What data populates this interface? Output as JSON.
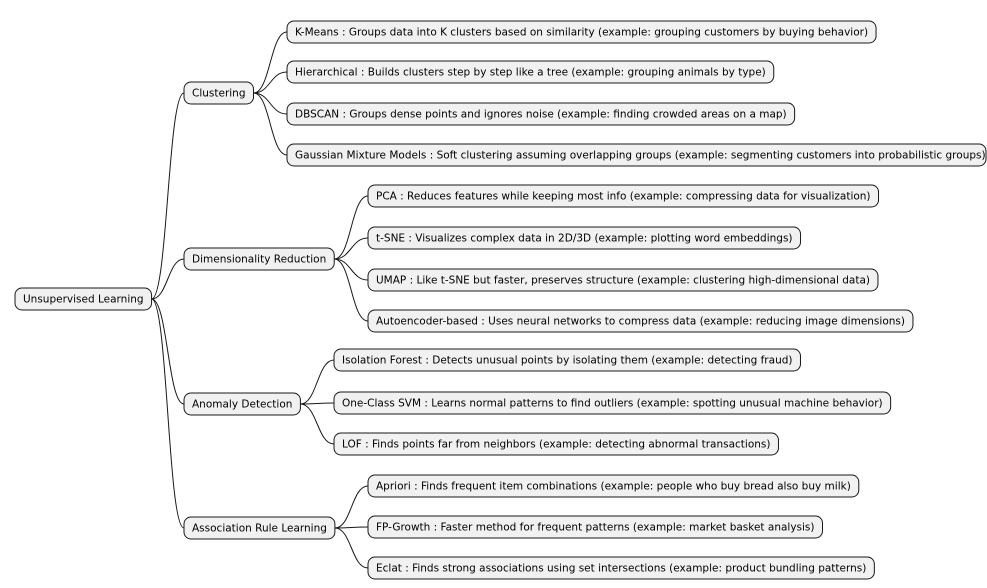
{
  "root": {
    "label": "Unsupervised Learning",
    "children": [
      {
        "label": "Clustering",
        "children": [
          {
            "label": "K-Means : Groups data into K clusters based on similarity (example: grouping customers by buying behavior)"
          },
          {
            "label": "Hierarchical : Builds clusters step by step like a tree (example: grouping animals by type)"
          },
          {
            "label": "DBSCAN : Groups dense points and ignores noise (example: finding crowded areas on a map)"
          },
          {
            "label": "Gaussian Mixture Models : Soft clustering assuming overlapping groups (example: segmenting customers into probabilistic groups)"
          }
        ]
      },
      {
        "label": "Dimensionality Reduction",
        "children": [
          {
            "label": "PCA : Reduces features while keeping most info (example: compressing data for visualization)"
          },
          {
            "label": "t-SNE : Visualizes complex data in 2D/3D (example: plotting word embeddings)"
          },
          {
            "label": "UMAP : Like t-SNE but faster, preserves structure (example: clustering high-dimensional data)"
          },
          {
            "label": "Autoencoder-based : Uses neural networks to compress data (example: reducing image dimensions)"
          }
        ]
      },
      {
        "label": "Anomaly Detection",
        "children": [
          {
            "label": "Isolation Forest : Detects unusual points by isolating them (example: detecting fraud)"
          },
          {
            "label": "One-Class SVM : Learns normal patterns to find outliers (example: spotting unusual machine behavior)"
          },
          {
            "label": "LOF : Finds points far from neighbors (example: detecting abnormal transactions)"
          }
        ]
      },
      {
        "label": "Association Rule Learning",
        "children": [
          {
            "label": "Apriori : Finds frequent item combinations (example: people who buy bread also buy milk)"
          },
          {
            "label": "FP-Growth : Faster method for frequent patterns (example: market basket analysis)"
          },
          {
            "label": "Eclat : Finds strong associations using set intersections (example: product bundling patterns)"
          }
        ]
      }
    ]
  }
}
